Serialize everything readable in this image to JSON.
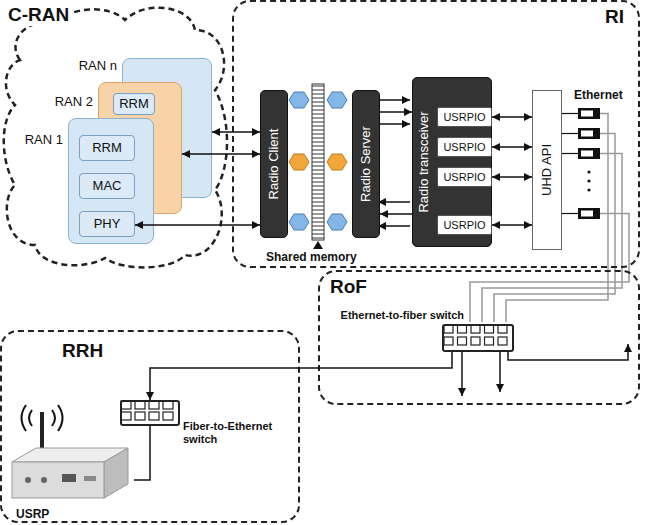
{
  "diagram": {
    "nodes": [
      {
        "text": [
          "C-RAN"
        ]
      },
      {
        "text": [
          "RAN n"
        ],
        "in": 0
      },
      {
        "text": [
          "RAN 2"
        ],
        "in": 0
      },
      {
        "text": [
          "RRM"
        ],
        "in": 2
      },
      {
        "text": [
          "RAN 1"
        ],
        "in": 0
      },
      {
        "text": [
          "RRM"
        ],
        "in": 4
      },
      {
        "text": [
          "MAC"
        ],
        "in": 4
      },
      {
        "text": [
          "PHY"
        ],
        "in": 4
      },
      {
        "text": [
          "RI"
        ]
      },
      {
        "text": [
          "Radio Client"
        ],
        "in": 8
      },
      {
        "text": [
          "Radio Server"
        ],
        "in": 8
      },
      {
        "text": [
          "Radio transceiver"
        ],
        "in": 8
      },
      {
        "text": [
          "USRPIO"
        ],
        "in": 11
      },
      {
        "text": [
          "USRPIO"
        ],
        "in": 11
      },
      {
        "text": [
          "USRPIO"
        ],
        "in": 11
      },
      {
        "text": [
          "USRPIO"
        ],
        "in": 11
      },
      {
        "text": [
          "UHD API"
        ],
        "in": 8
      },
      {
        "text": [
          "RoF"
        ]
      },
      {
        "text": [
          "Ethernet-to-fiber switch"
        ],
        "in": 17
      },
      {
        "text": [
          "RRH"
        ]
      },
      {
        "text": [
          "Fiber-to-Ethernet switch"
        ],
        "in": 19
      },
      {
        "text": [
          "USRP"
        ],
        "in": 19
      }
    ],
    "edges": [
      {
        "from": 1,
        "to": 9,
        "arrow": "both"
      },
      {
        "from": 2,
        "to": 9,
        "arrow": "both"
      },
      {
        "from": 7,
        "to": 9,
        "arrow": "both"
      },
      {
        "from": 10,
        "to": 11,
        "arrow": "to"
      },
      {
        "from": 11,
        "to": 10,
        "arrow": "to"
      },
      {
        "from": 12,
        "to": 16,
        "arrow": "both"
      },
      {
        "from": 13,
        "to": 16,
        "arrow": "both"
      },
      {
        "from": 14,
        "to": 16,
        "arrow": "both"
      },
      {
        "from": 15,
        "to": 16,
        "arrow": "both"
      },
      {
        "from": 18,
        "to": 20,
        "arrow": "to"
      },
      {
        "from": 20,
        "to": 21,
        "arrow": "none"
      }
    ],
    "labels": [
      "Shared memory",
      "Ethernet"
    ]
  }
}
